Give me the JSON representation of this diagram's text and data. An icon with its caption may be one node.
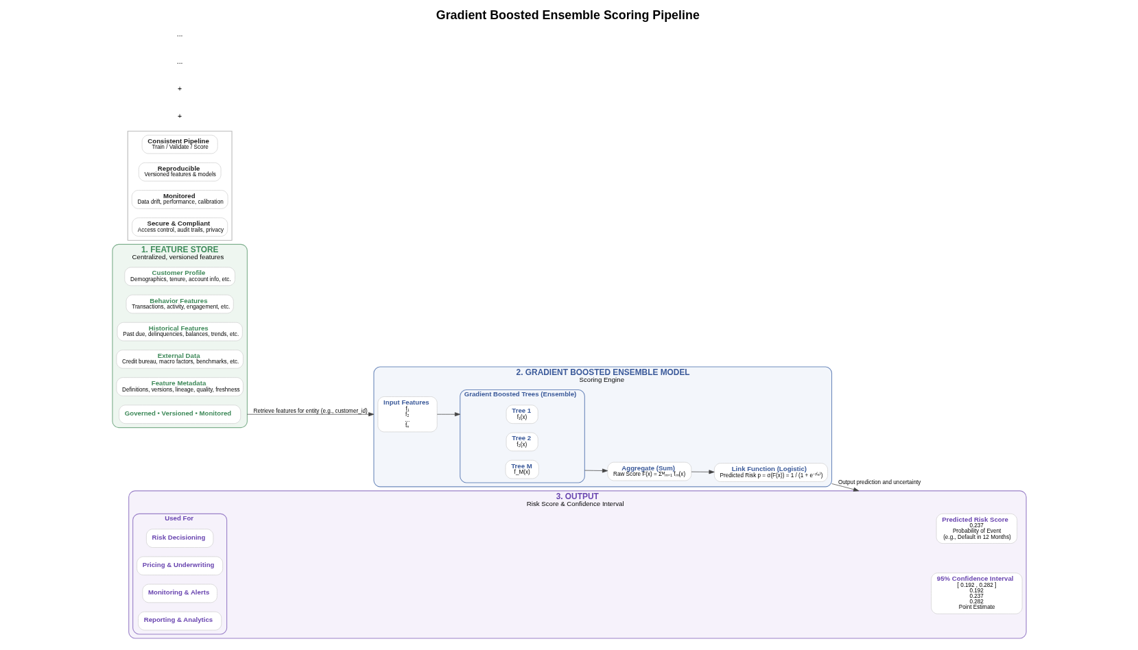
{
  "diagram": {
    "title": "Gradient Boosted Ensemble Scoring Pipeline",
    "nodes": [
      {
        "text": [
          "1. FEATURE STORE",
          "Centralized, versioned features"
        ]
      },
      {
        "text": [
          "Customer Profile",
          "Demographics, tenure, account info, etc."
        ],
        "in": 0
      },
      {
        "text": [
          "Behavior Features",
          "Transactions, activity, engagement, etc."
        ],
        "in": 0
      },
      {
        "text": [
          "Historical Features",
          "Past due, delinquencies, balances, trends, etc."
        ],
        "in": 0
      },
      {
        "text": [
          "External Data",
          "Credit bureau, macro factors, benchmarks, etc."
        ],
        "in": 0
      },
      {
        "text": [
          "Feature Metadata",
          "Definitions, versions, lineage, quality, freshness"
        ],
        "in": 0
      },
      {
        "text": [
          "Governed • Versioned • Monitored"
        ],
        "in": 0
      },
      {
        "text": [
          "2. GRADIENT BOOSTED ENSEMBLE MODEL",
          "Scoring Engine"
        ]
      },
      {
        "text": [
          "Input Features",
          "f₁",
          "f₂",
          "...",
          "fₙ"
        ],
        "in": 7
      },
      {
        "text": [
          "Gradient Boosted Trees (Ensemble)"
        ],
        "in": 7
      },
      {
        "text": [
          "Tree 1",
          "f₁(x)"
        ],
        "in": 9
      },
      {
        "text": [
          "Tree 2",
          "f₂(x)"
        ],
        "in": 9
      },
      {
        "text": [
          "Tree M",
          "f_M(x)"
        ],
        "in": 9
      },
      {
        "text": [
          "Aggregate (Sum)",
          "Raw Score F(x) = Σᴹₘ₌₁ fₘ(x)"
        ],
        "in": 7
      },
      {
        "text": [
          "Link Function (Logistic)",
          "Predicted Risk p = σ(F(x)) = 1 / (1 + e⁻ᶠ⁽ˣ⁾)"
        ],
        "in": 7
      },
      {
        "text": [
          "3. OUTPUT",
          "Risk Score & Confidence Interval"
        ]
      },
      {
        "text": [
          "Predicted Risk Score",
          "0.237",
          "Probability of Event",
          "(e.g., Default in 12 Months)"
        ],
        "in": 15
      },
      {
        "text": [
          "95% Confidence Interval",
          "[ 0.192 , 0.282 ]",
          "0.192",
          "0.237",
          "0.282",
          "Point Estimate"
        ],
        "in": 15
      },
      {
        "text": [
          "Used For"
        ],
        "in": 15
      },
      {
        "text": [
          "Risk Decisioning"
        ],
        "in": 18
      },
      {
        "text": [
          "Pricing & Underwriting"
        ],
        "in": 18
      },
      {
        "text": [
          "Monitoring & Alerts"
        ],
        "in": 18
      },
      {
        "text": [
          "Reporting & Analytics"
        ],
        "in": 18
      },
      {
        "text": [],
        "shape": "box"
      },
      {
        "text": [
          "Consistent Pipeline",
          "Train / Validate / Score"
        ],
        "in": 23
      },
      {
        "text": [
          "Reproducible",
          "Versioned features & models"
        ],
        "in": 23
      },
      {
        "text": [
          "Monitored",
          "Data drift, performance, calibration"
        ],
        "in": 23
      },
      {
        "text": [
          "Secure & Compliant",
          "Access control, audit trails, privacy"
        ],
        "in": 23
      }
    ],
    "edges": [
      {
        "from": 0,
        "to": 7,
        "arrow": "to",
        "label": "Retrieve features for entity (e.g., customer_id)"
      },
      {
        "from": 8,
        "to": 9,
        "arrow": "to"
      },
      {
        "from": 9,
        "to": 13,
        "arrow": "to"
      },
      {
        "from": 13,
        "to": 14,
        "arrow": "to"
      },
      {
        "from": 7,
        "to": 15,
        "arrow": "to",
        "label": "Output prediction and uncertainty"
      }
    ],
    "labels": [
      "+",
      "+",
      "...",
      "..."
    ]
  }
}
